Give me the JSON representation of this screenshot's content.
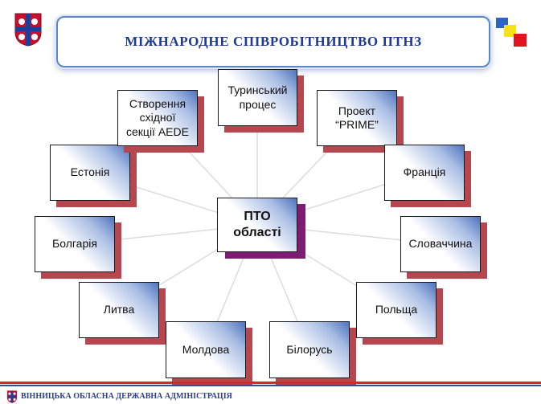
{
  "title": "МІЖНАРОДНЕ  СПІВРОБІТНИЦТВО  ПТНЗ",
  "center": {
    "line1": "ПТО",
    "line2": "області"
  },
  "nodes": [
    {
      "id": "turin",
      "lines": [
        "Туринський",
        "процес"
      ]
    },
    {
      "id": "prime",
      "lines": [
        "Проект",
        "“PRIME”"
      ]
    },
    {
      "id": "france",
      "lines": [
        "Франція"
      ]
    },
    {
      "id": "slovakia",
      "lines": [
        "Словаччина"
      ]
    },
    {
      "id": "poland",
      "lines": [
        "Польща"
      ]
    },
    {
      "id": "belarus",
      "lines": [
        "Білорусь"
      ]
    },
    {
      "id": "moldova",
      "lines": [
        "Молдова"
      ]
    },
    {
      "id": "lithuania",
      "lines": [
        "Литва"
      ]
    },
    {
      "id": "bulgaria",
      "lines": [
        "Болгарія"
      ]
    },
    {
      "id": "estonia",
      "lines": [
        "Естонія"
      ]
    },
    {
      "id": "aede",
      "lines": [
        "Створення",
        "східної",
        "секції AEDE"
      ]
    }
  ],
  "footer": {
    "text": "ВІННИЦЬКА ОБЛАСНА ДЕРЖАВНА АДМІНІСТРАЦІЯ"
  },
  "colors": {
    "shadow": "#b7474f",
    "center_shadow": "#7e1b73",
    "title": "#1f3a93",
    "spoke": "#dcdcdc"
  }
}
